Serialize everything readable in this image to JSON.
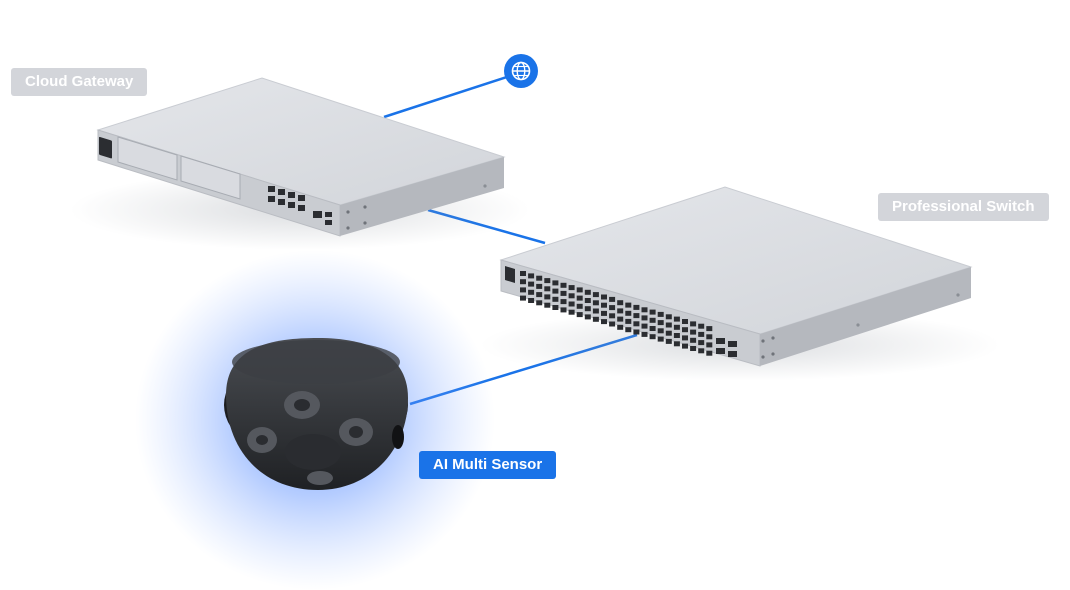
{
  "diagram": {
    "nodes": {
      "gateway": {
        "label": "Cloud Gateway",
        "icon": "gateway-device-icon"
      },
      "switch": {
        "label": "Professional Switch",
        "icon": "switch-device-icon"
      },
      "sensor": {
        "label": "AI Multi Sensor",
        "icon": "dome-camera-icon"
      },
      "internet": {
        "icon": "globe-icon"
      }
    },
    "links": [
      {
        "from": "internet",
        "to": "gateway"
      },
      {
        "from": "gateway",
        "to": "switch"
      },
      {
        "from": "switch",
        "to": "sensor"
      }
    ]
  },
  "colors": {
    "link": "#1a73e8",
    "accent": "#1a73e8",
    "device_label_bg": "#d3d5da",
    "device_label_text": "#ffffff",
    "device_body": "#d9dbe0",
    "camera_body": "#2b2d31",
    "camera_glow": "#3d7bff"
  }
}
